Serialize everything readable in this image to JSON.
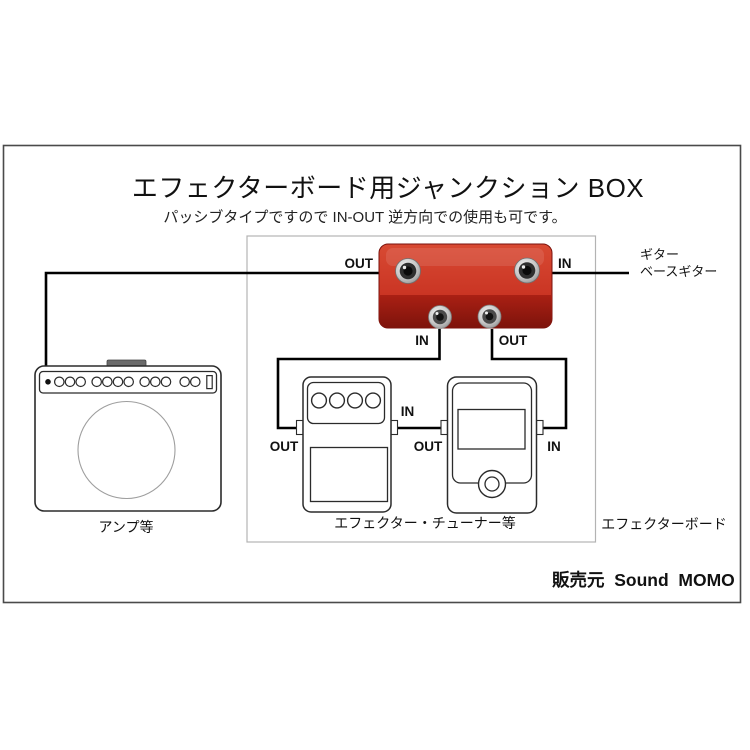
{
  "title": "エフェクターボード用ジャンクション BOX",
  "subtitle": "パッシブタイプですので IN-OUT 逆方向での使用も可です。",
  "junction_box": {
    "top_out": "OUT",
    "top_in": "IN",
    "front_in": "IN",
    "front_out": "OUT"
  },
  "source": {
    "line1": "ギター",
    "line2": "ベースギター"
  },
  "amp": {
    "label": "アンプ等"
  },
  "effector": {
    "out": "OUT",
    "in": "IN"
  },
  "tuner": {
    "out": "OUT",
    "in": "IN"
  },
  "pedals_label": "エフェクター・チューナー等",
  "board_label": "エフェクターボード",
  "vendor": "販売元  Sound  MOMO",
  "colors": {
    "page_border": "#4a4a4a",
    "board_frame": "#b3b3b3",
    "wire": "#000000",
    "box_red_light": "#d84a33",
    "box_red": "#c1271a",
    "box_red_front": "#aa2014",
    "box_red_dark": "#7d130b",
    "line_art": "#2b2b2b"
  }
}
